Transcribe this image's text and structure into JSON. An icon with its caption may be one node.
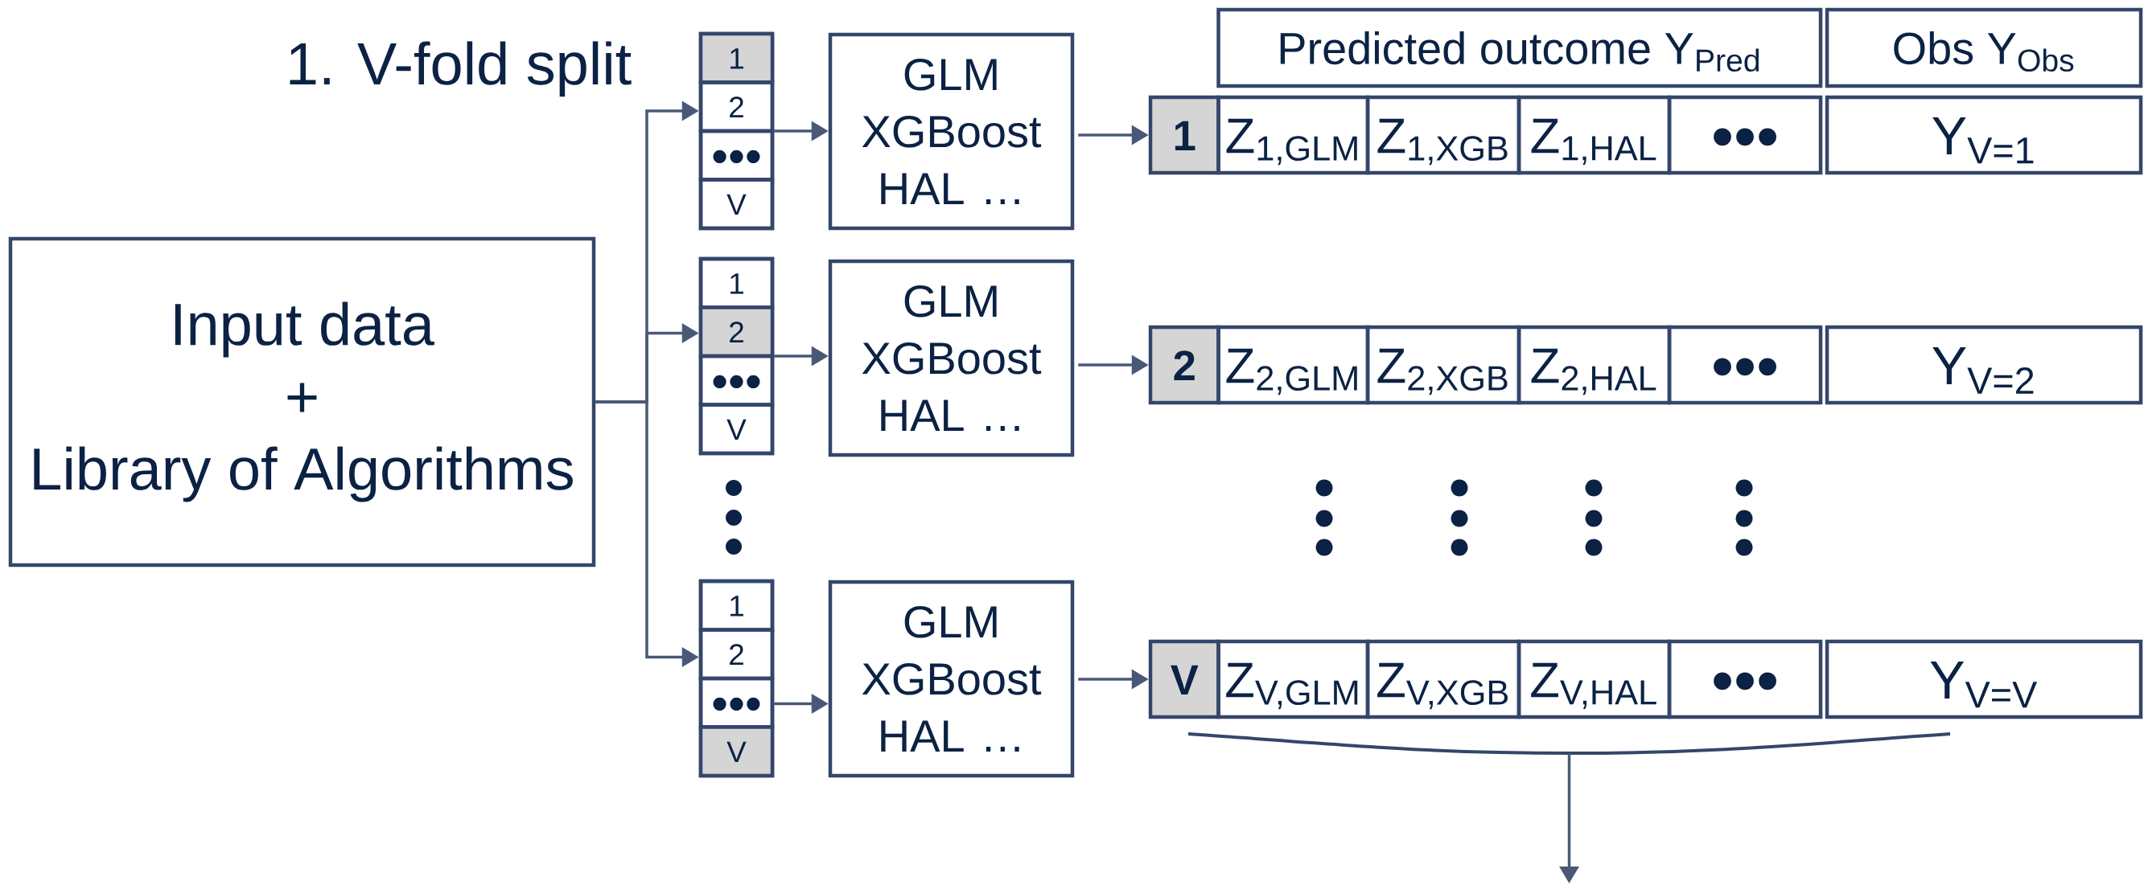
{
  "diagram": {
    "title": "1. V-fold split",
    "nodes": [
      {
        "text": [
          "Input data",
          "+",
          "Library of Algorithms"
        ]
      },
      {
        "text": [],
        "shape": "box"
      },
      {
        "text": [
          "1"
        ],
        "in": 1
      },
      {
        "text": [
          "2"
        ],
        "in": 1
      },
      {
        "text": [
          "•••"
        ],
        "in": 1
      },
      {
        "text": [
          "V"
        ],
        "in": 1
      },
      {
        "text": [
          "GLM XGBoost HAL …"
        ]
      },
      {
        "text": [
          "Predicted outcome Y$_{Pred}$"
        ]
      },
      {
        "text": [
          "Obs Y$_{Obs}$"
        ]
      },
      {
        "text": [
          "1"
        ]
      },
      {
        "text": [
          "Z$_{1,GLM}$"
        ]
      },
      {
        "text": [
          "Z$_{1,XGB}$"
        ]
      },
      {
        "text": [
          "Z$_{1,HAL}$"
        ]
      },
      {
        "text": [
          "•••"
        ]
      },
      {
        "text": [
          "Y$_{V=1}$"
        ]
      },
      {
        "text": [],
        "shape": "box"
      },
      {
        "text": [
          "1"
        ],
        "in": 15
      },
      {
        "text": [
          "2"
        ],
        "in": 15
      },
      {
        "text": [
          "•••"
        ],
        "in": 15
      },
      {
        "text": [
          "V"
        ],
        "in": 15
      },
      {
        "text": [
          "GLM XGBoost HAL …"
        ]
      },
      {
        "text": [
          "2"
        ]
      },
      {
        "text": [
          "Z$_{2,GLM}$"
        ]
      },
      {
        "text": [
          "Z$_{2,XGB}$"
        ]
      },
      {
        "text": [
          "Z$_{2,HAL}$"
        ]
      },
      {
        "text": [
          "•••"
        ]
      },
      {
        "text": [
          "Y$_{V=2}$"
        ]
      },
      {
        "text": [],
        "shape": "box"
      },
      {
        "text": [
          "1"
        ],
        "in": 27
      },
      {
        "text": [
          "2"
        ],
        "in": 27
      },
      {
        "text": [
          "•••"
        ],
        "in": 27
      },
      {
        "text": [
          "V"
        ],
        "in": 27
      },
      {
        "text": [
          "GLM XGBoost HAL …"
        ]
      },
      {
        "text": [
          "V"
        ]
      },
      {
        "text": [
          "Z$_{V,GLM}$"
        ]
      },
      {
        "text": [
          "Z$_{V,XGB}$"
        ]
      },
      {
        "text": [
          "Z$_{V,HAL}$"
        ]
      },
      {
        "text": [
          "•••"
        ]
      },
      {
        "text": [
          "Y$_{V=V}$"
        ]
      },
      {
        "text": [],
        "shape": "bracket"
      }
    ],
    "edges": [
      {
        "from": 0,
        "to": 1,
        "arrow": "to"
      },
      {
        "from": 0,
        "to": 15,
        "arrow": "to"
      },
      {
        "from": 0,
        "to": 27,
        "arrow": "to"
      },
      {
        "from": 1,
        "to": 6,
        "arrow": "to"
      },
      {
        "from": 6,
        "to": 9,
        "arrow": "to"
      },
      {
        "from": 15,
        "to": 20,
        "arrow": "to"
      },
      {
        "from": 20,
        "to": 21,
        "arrow": "to"
      },
      {
        "from": 27,
        "to": 32,
        "arrow": "to"
      },
      {
        "from": 32,
        "to": 33,
        "arrow": "to"
      },
      {
        "from": 39,
        "to": null,
        "arrow": "to"
      }
    ]
  }
}
